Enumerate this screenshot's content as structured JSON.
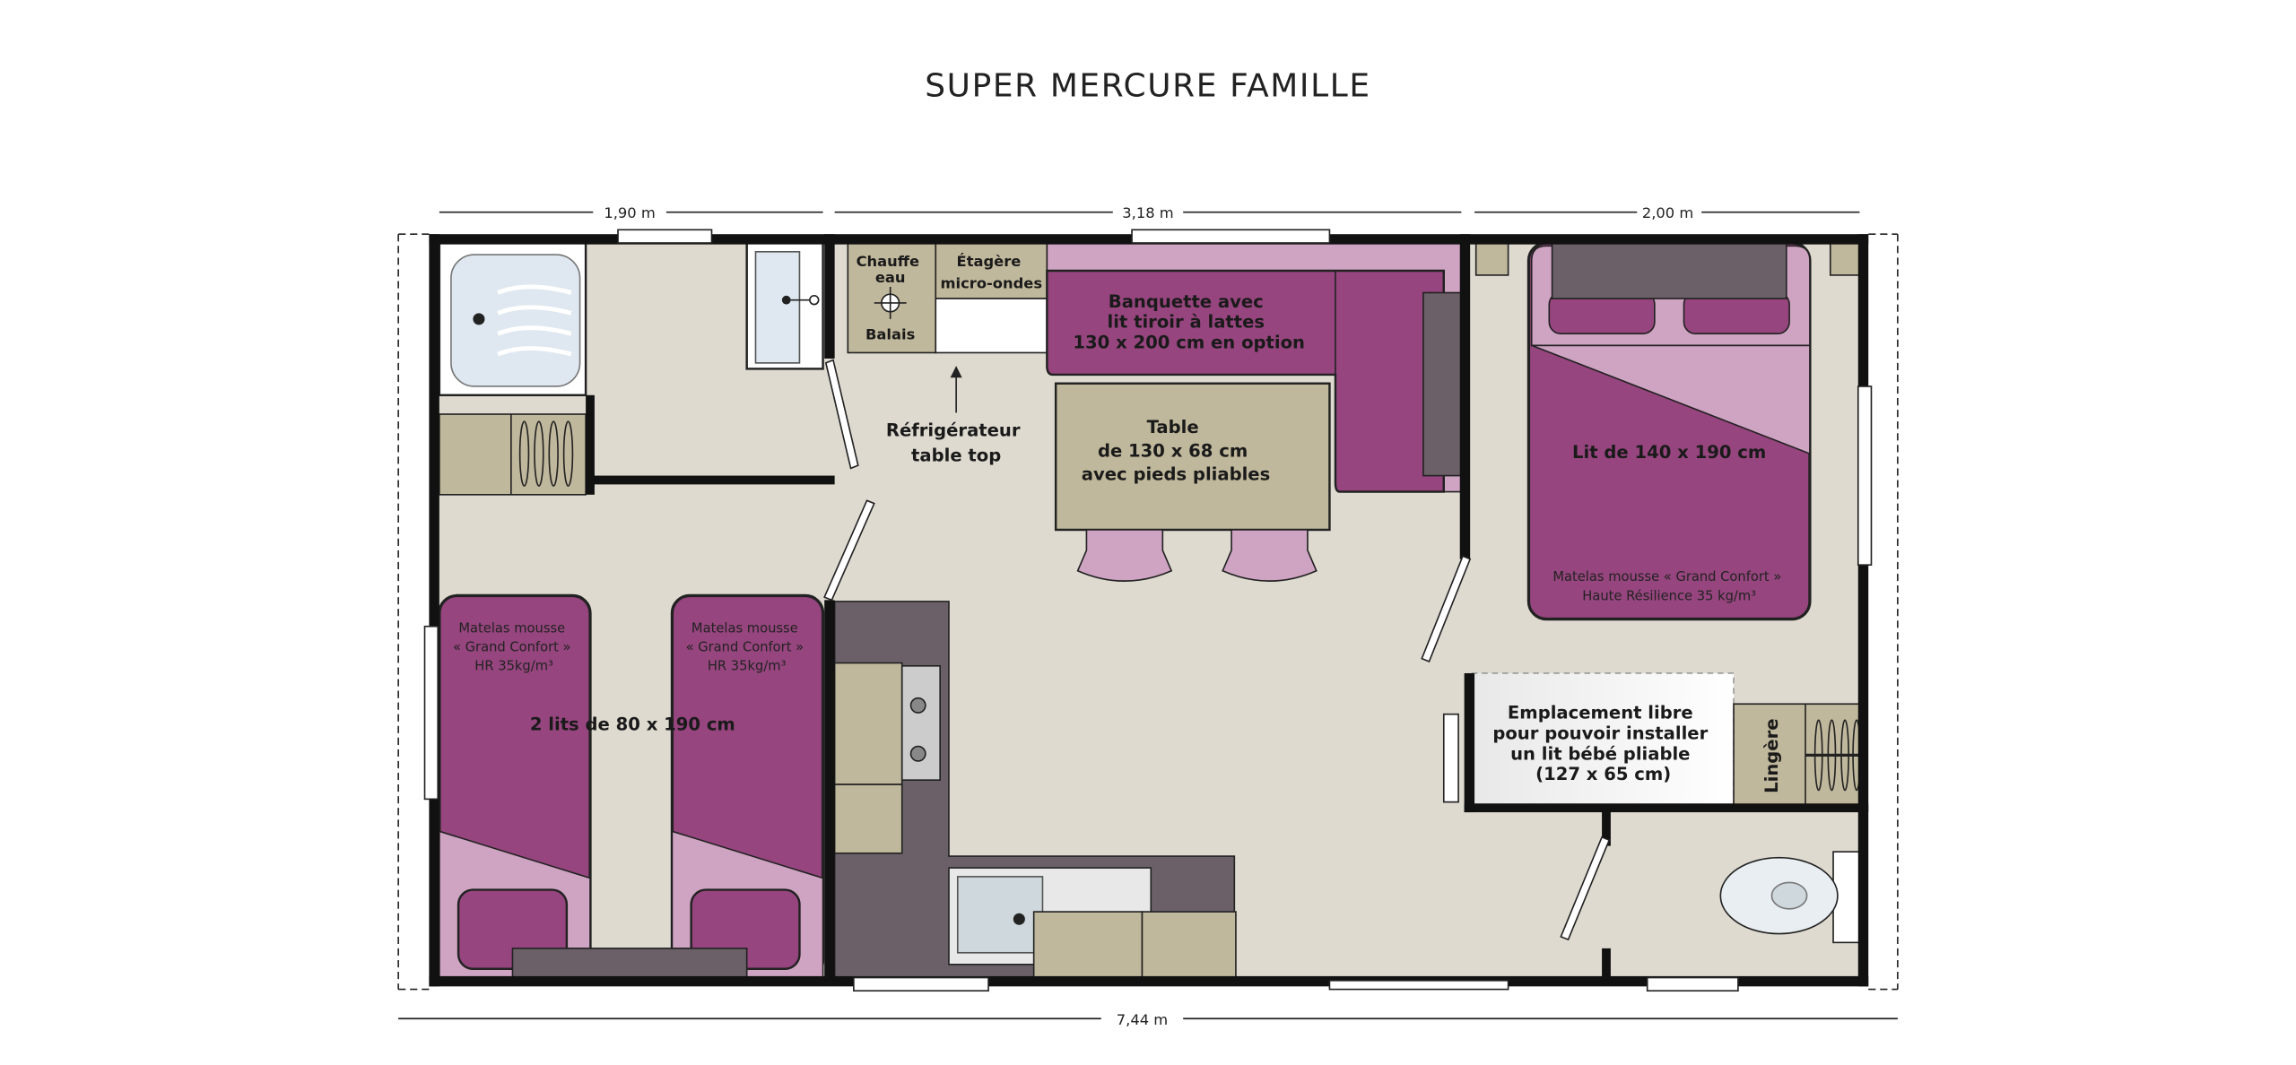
{
  "title": "SUPER MERCURE FAMILLE",
  "dimensions": {
    "left": "1,90 m",
    "middle": "3,18 m",
    "right": "2,00 m",
    "total": "7,44 m"
  },
  "labels": {
    "chauffe_eau_1": "Chauffe",
    "chauffe_eau_2": "eau",
    "balais": "Balais",
    "etagere_1": "Étagère",
    "etagere_2": "micro-ondes",
    "banquette_1": "Banquette avec",
    "banquette_2": "lit tiroir à lattes",
    "banquette_3": "130 x 200 cm en option",
    "refrigerateur_1": "Réfrigérateur",
    "refrigerateur_2": "table top",
    "table_1": "Table",
    "table_2": "de 130 x 68 cm",
    "table_3": "avec pieds pliables",
    "double_bed": "Lit de 140 x 190 cm",
    "double_mattress_1": "Matelas mousse « Grand Confort »",
    "double_mattress_2": "Haute Résilience 35 kg/m³",
    "twin_beds": "2 lits de 80 x 190 cm",
    "single_mattress_1": "Matelas mousse",
    "single_mattress_2": "« Grand Confort »",
    "single_mattress_3": "HR 35kg/m³",
    "baby_1": "Emplacement libre",
    "baby_2": "pour pouvoir installer",
    "baby_3": "un lit bébé pliable",
    "baby_4": "(127 x 65 cm)",
    "lingere": "Lingère"
  },
  "colors": {
    "floor": "#dedad0",
    "wall": "#111111",
    "magenta": "#96457e",
    "pink": "#cfa3c2",
    "beige": "#c0b89c",
    "dark": "#6b6068"
  }
}
